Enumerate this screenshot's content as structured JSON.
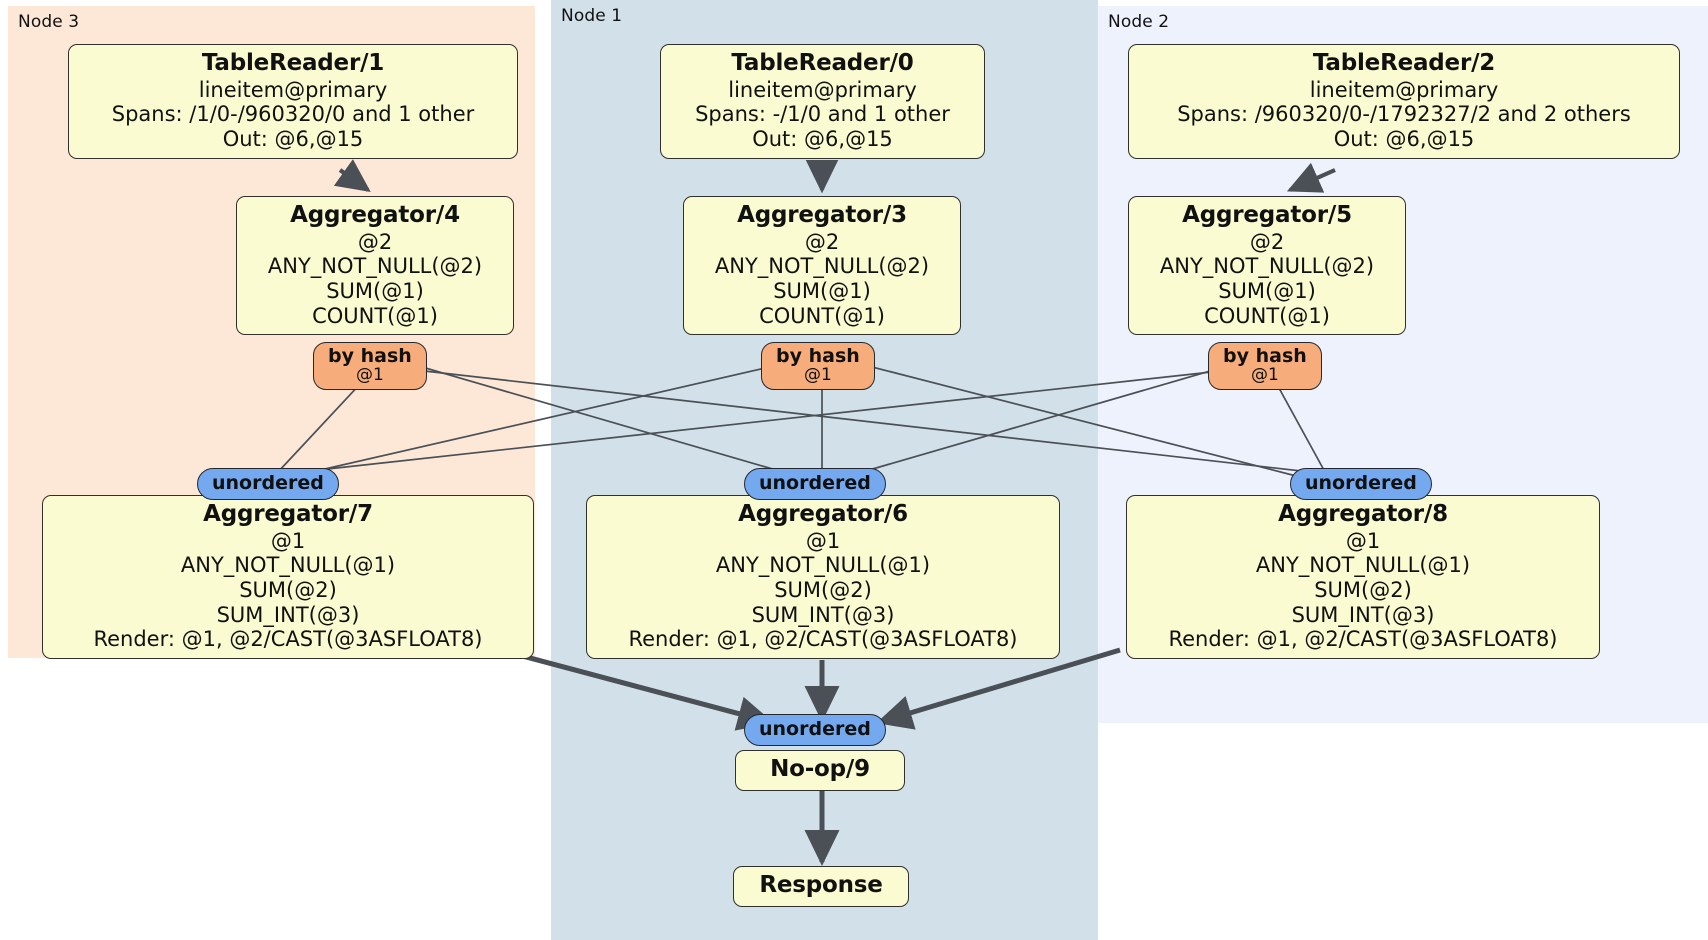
{
  "diagram": {
    "type": "distributed-query-plan",
    "colors": {
      "node3_panel": "#fde8d8",
      "node1_panel": "#d2e0ea",
      "node2_panel": "#edf2fc",
      "box_fill": "#fbfbd2",
      "hash_badge": "#f7ac7b",
      "unordered_badge": "#74a9f0",
      "edge": "#4a5055"
    }
  },
  "nodes": {
    "node3": {
      "label": "Node 3"
    },
    "node1": {
      "label": "Node 1"
    },
    "node2": {
      "label": "Node 2"
    }
  },
  "processors": {
    "table_reader_1": {
      "title": "TableReader/1",
      "line1": "lineitem@primary",
      "line2": "Spans: /1/0-/960320/0 and 1 other",
      "line3": "Out: @6,@15"
    },
    "table_reader_0": {
      "title": "TableReader/0",
      "line1": "lineitem@primary",
      "line2": "Spans: -/1/0 and 1 other",
      "line3": "Out: @6,@15"
    },
    "table_reader_2": {
      "title": "TableReader/2",
      "line1": "lineitem@primary",
      "line2": "Spans: /960320/0-/1792327/2 and 2 others",
      "line3": "Out: @6,@15"
    },
    "aggregator_4": {
      "title": "Aggregator/4",
      "line1": "@2",
      "line2": "ANY_NOT_NULL(@2)",
      "line3": "SUM(@1)",
      "line4": "COUNT(@1)"
    },
    "aggregator_3": {
      "title": "Aggregator/3",
      "line1": "@2",
      "line2": "ANY_NOT_NULL(@2)",
      "line3": "SUM(@1)",
      "line4": "COUNT(@1)"
    },
    "aggregator_5": {
      "title": "Aggregator/5",
      "line1": "@2",
      "line2": "ANY_NOT_NULL(@2)",
      "line3": "SUM(@1)",
      "line4": "COUNT(@1)"
    },
    "aggregator_7": {
      "title": "Aggregator/7",
      "line1": "@1",
      "line2": "ANY_NOT_NULL(@1)",
      "line3": "SUM(@2)",
      "line4": "SUM_INT(@3)",
      "line5": "Render: @1, @2/CAST(@3ASFLOAT8)"
    },
    "aggregator_6": {
      "title": "Aggregator/6",
      "line1": "@1",
      "line2": "ANY_NOT_NULL(@1)",
      "line3": "SUM(@2)",
      "line4": "SUM_INT(@3)",
      "line5": "Render: @1, @2/CAST(@3ASFLOAT8)"
    },
    "aggregator_8": {
      "title": "Aggregator/8",
      "line1": "@1",
      "line2": "ANY_NOT_NULL(@1)",
      "line3": "SUM(@2)",
      "line4": "SUM_INT(@3)",
      "line5": "Render: @1, @2/CAST(@3ASFLOAT8)"
    },
    "noop_9": {
      "title": "No-op/9"
    },
    "response": {
      "title": "Response"
    }
  },
  "badges": {
    "hash_left": {
      "label": "by hash",
      "column": "@1"
    },
    "hash_center": {
      "label": "by hash",
      "column": "@1"
    },
    "hash_right": {
      "label": "by hash",
      "column": "@1"
    },
    "unordered_left": {
      "label": "unordered"
    },
    "unordered_center": {
      "label": "unordered"
    },
    "unordered_right": {
      "label": "unordered"
    },
    "unordered_final": {
      "label": "unordered"
    }
  }
}
